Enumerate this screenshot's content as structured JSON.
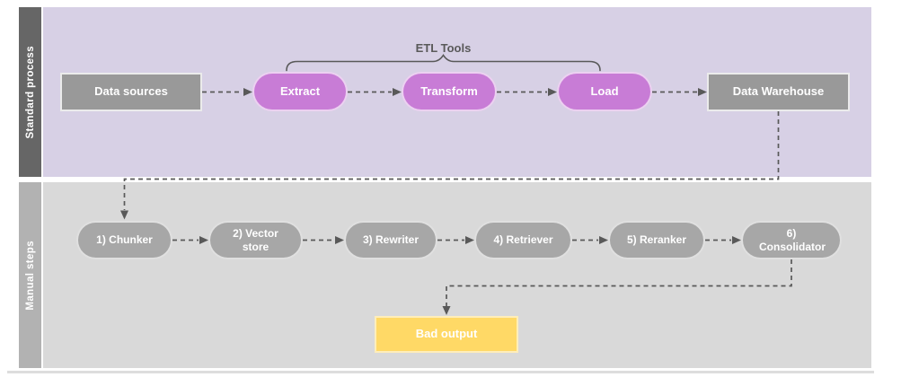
{
  "diagram": {
    "lanes": [
      {
        "id": "standard",
        "label": "Standard process"
      },
      {
        "id": "manual",
        "label": "Manual steps"
      }
    ],
    "annotation": {
      "etl_tools_label": "ETL Tools"
    },
    "nodes": {
      "data_sources": "Data sources",
      "extract": "Extract",
      "transform": "Transform",
      "load": "Load",
      "data_warehouse": "Data Warehouse",
      "chunker": "1) Chunker",
      "vector_store": "2) Vector store",
      "rewriter": "3) Rewriter",
      "retriever": "4) Retriever",
      "reranker": "5) Reranker",
      "consolidator": "6) Consolidator",
      "bad_output": "Bad output"
    },
    "colors": {
      "lane_standard_bg": "#d7d0e5",
      "lane_standard_label_bg": "#666666",
      "lane_manual_bg": "#d9d9d9",
      "lane_manual_label_bg": "#b2b2b2",
      "gray_node": "#999999",
      "gray_pill": "#a7a7a7",
      "purple_pill": "#c87cd6",
      "yellow_node": "#ffd966",
      "connector": "#595959",
      "text_light": "#ffffff"
    }
  }
}
